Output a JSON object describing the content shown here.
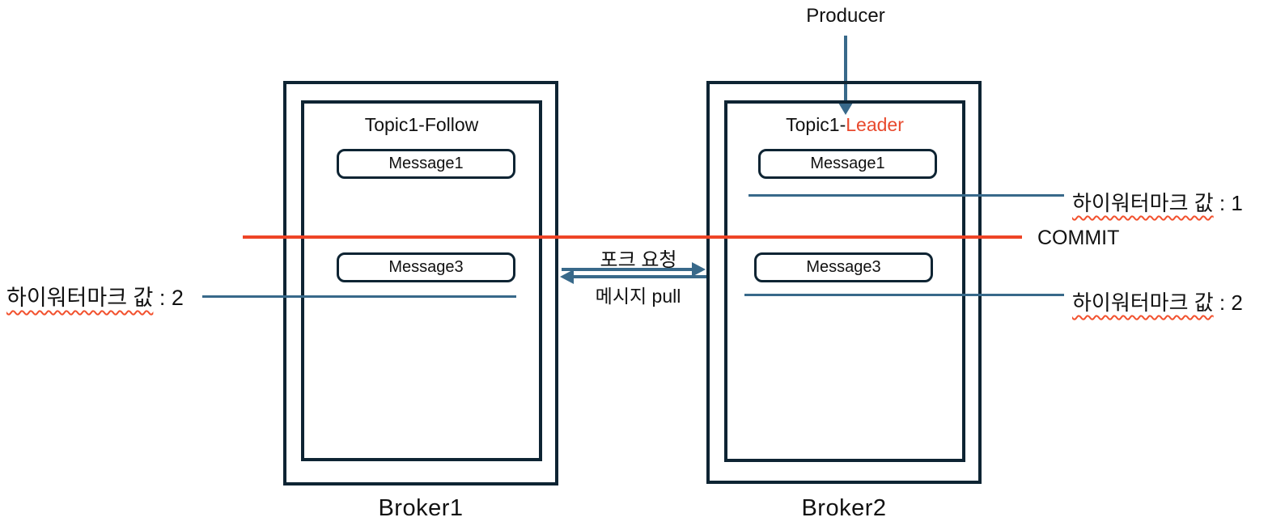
{
  "colors": {
    "box_border": "#0E2433",
    "steel_blue": "#38698A",
    "commit_red": "#EE4426",
    "leader_red": "#E8492D",
    "squiggle_red": "#F2512E",
    "text_black": "#111111",
    "background": "#FFFFFF"
  },
  "producer": {
    "label": "Producer"
  },
  "brokers": [
    {
      "label": "Broker1",
      "topic_title": "Topic1-Follow",
      "messages": [
        "Message1",
        "Message3"
      ]
    },
    {
      "label": "Broker2",
      "topic_title_prefix": "Topic1-",
      "topic_title_highlight": "Leader",
      "messages": [
        "Message1",
        "Message3"
      ]
    }
  ],
  "commit_line": {
    "label": "COMMIT"
  },
  "watermarks": {
    "left": {
      "underlined": "하이워터마크 값",
      "suffix": " : 2"
    },
    "right_top": {
      "underlined": "하이워터마크 값",
      "suffix": " : 1"
    },
    "right_bottom": {
      "underlined": "하이워터마크 값",
      "suffix": " : 2"
    }
  },
  "replication_arrows": {
    "fetch_request_label": "포크 요청",
    "message_pull_label": "메시지 pull"
  }
}
